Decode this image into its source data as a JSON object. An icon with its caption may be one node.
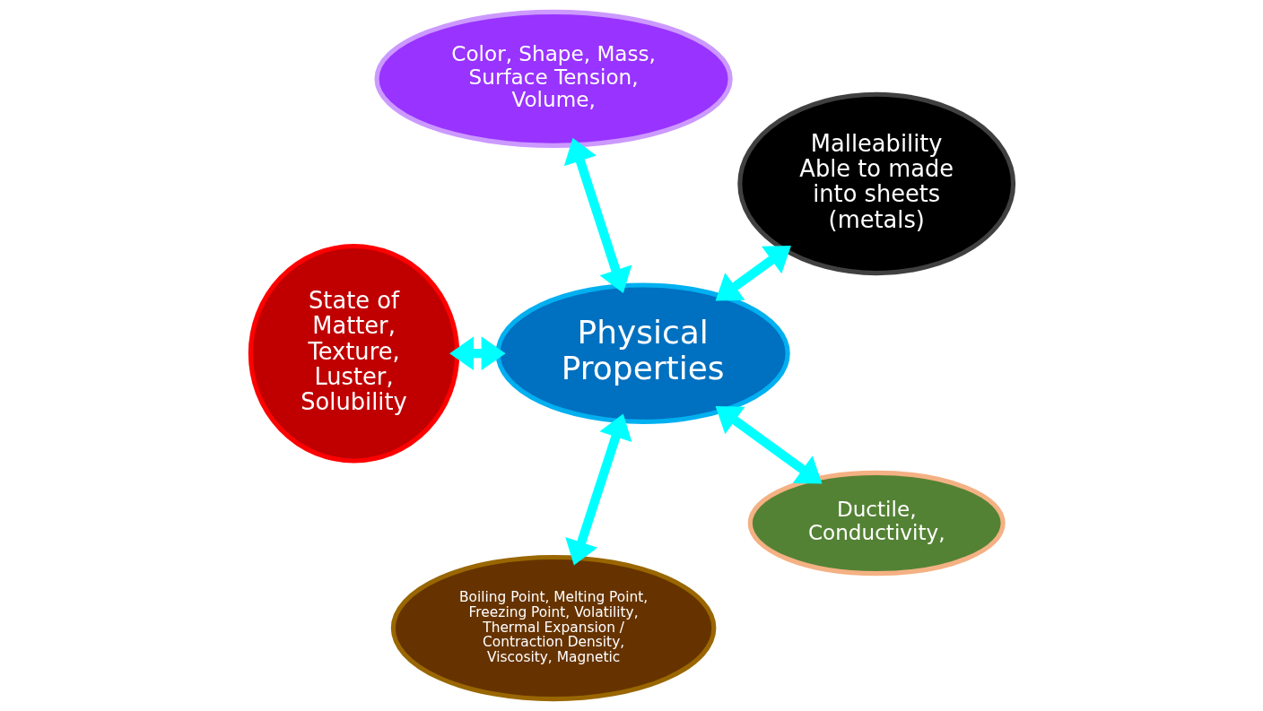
{
  "diagram": {
    "nodes": [
      {
        "text": [
          "Physical Properties"
        ]
      },
      {
        "text": [
          "Malleability",
          "Able to made into sheets (metals)"
        ]
      },
      {
        "text": [
          "Color, Shape, Mass, Surface Tension, Volume,"
        ]
      },
      {
        "text": [
          "State of Matter, Texture, Luster, Solubility"
        ]
      },
      {
        "text": [
          "Boiling Point, Melting Point, Freezing Point, Volatility, Thermal Expansion / Contraction Density, Viscosity, Magnetic"
        ]
      },
      {
        "text": [
          "Ductile, Conductivity,"
        ]
      }
    ],
    "edges": [
      {
        "from": 0,
        "to": 1,
        "arrow": "both"
      },
      {
        "from": 0,
        "to": 2,
        "arrow": "both"
      },
      {
        "from": 0,
        "to": 3,
        "arrow": "both"
      },
      {
        "from": 0,
        "to": 4,
        "arrow": "both"
      },
      {
        "from": 0,
        "to": 5,
        "arrow": "both"
      }
    ]
  }
}
